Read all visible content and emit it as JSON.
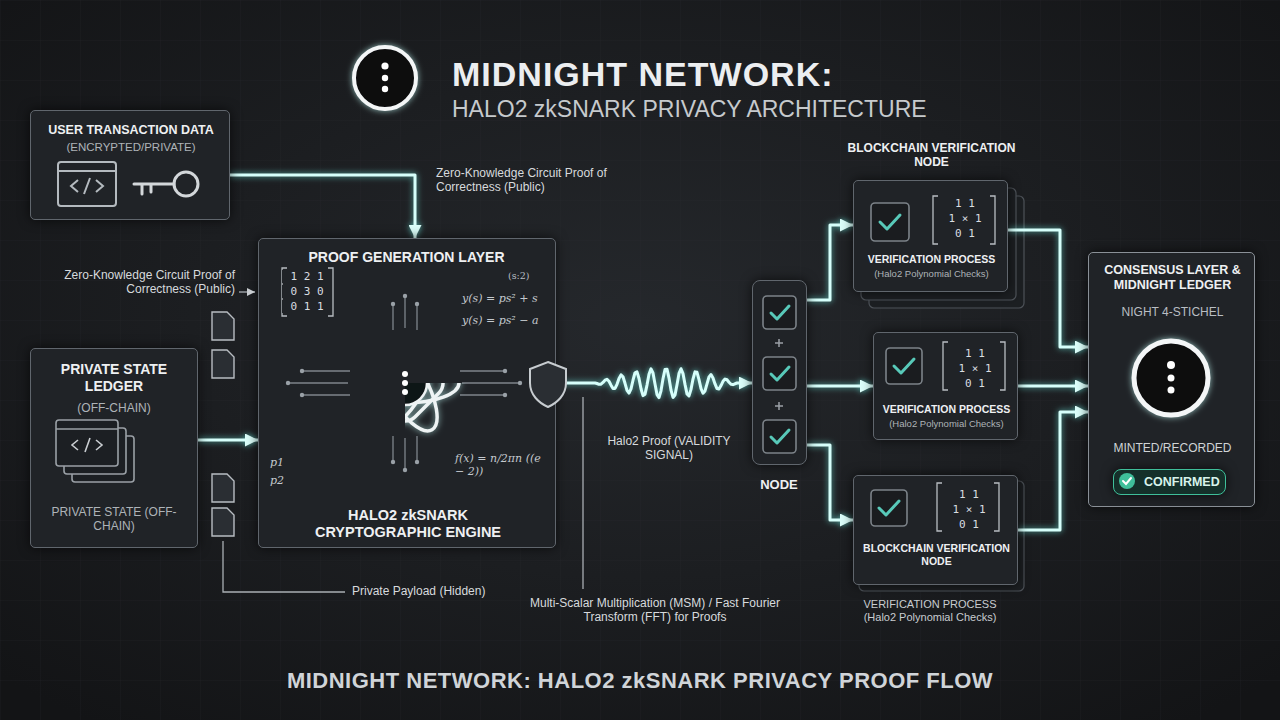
{
  "diagram": {
    "title": "MIDNIGHT NETWORK:",
    "caption": "MIDNIGHT NETWORK: HALO2 zkSNARK PRIVACY PROOF FLOW",
    "nodes": [
      {
        "text": [
          "USER TRANSACTION DATA",
          "(ENCRYPTED/PRIVATE)"
        ]
      },
      {
        "text": [
          "PROOF GENERATION LAYER",
          "HALO2 zkSNARK CRYPTOGRAPHIC ENGINE"
        ]
      },
      {
        "text": [
          "PRIVATE STATE LEDGER",
          "(OFF-CHAIN)",
          "PRIVATE STATE (OFF-CHAIN)"
        ]
      },
      {
        "text": [
          "NODE"
        ]
      },
      {
        "text": [
          "BLOCKCHAIN VERIFICATION NODE",
          "1 1",
          "1 × 1",
          "0 1",
          "VERIFICATION PROCESS",
          "(Halo2 Polynomial Checks)"
        ]
      },
      {
        "text": [
          "1 1",
          "1 × 1",
          "0 1",
          "VERIFICATION PROCESS",
          "(Halo2 Polynomial Checks)"
        ]
      },
      {
        "text": [
          "1 1",
          "1 × 1",
          "0 1",
          "BLOCKCHAIN VERIFICATION NODE"
        ]
      },
      {
        "text": [
          "CONSENSUS LAYER & MIDNIGHT LEDGER",
          "NIGHT 4-STICHEL",
          "MINTED/RECORDED"
        ]
      },
      {
        "text": [
          "CONFIRMED"
        ],
        "in": 7
      }
    ],
    "edges": [
      {
        "from": 0,
        "to": 1,
        "arrow": "to",
        "label": "Zero-Knowledge Circuit Proof of Correctness (Public)"
      },
      {
        "from": 2,
        "to": 1,
        "arrow": "to"
      },
      {
        "from": 1,
        "to": 3,
        "arrow": "to",
        "label": "Halo2 Proof (VALIDITY SIGNAL)"
      },
      {
        "from": 3,
        "to": 4,
        "arrow": "to"
      },
      {
        "from": 3,
        "to": 5,
        "arrow": "to"
      },
      {
        "from": 3,
        "to": 6,
        "arrow": "to"
      },
      {
        "from": 4,
        "to": 7,
        "arrow": "to"
      },
      {
        "from": 5,
        "to": 7,
        "arrow": "to"
      },
      {
        "from": 6,
        "to": 7,
        "arrow": "to"
      }
    ],
    "labels": [
      "HALO2 zkSNARK PRIVACY ARCHITECTURE",
      "Zero-Knowledge Circuit Proof of Correctness (Public)",
      "1 2 1",
      "0 3 0",
      "0 1 1",
      "(s:2)",
      "y(s) = ps² + s",
      "y(s) = ps² − a",
      "p1",
      "p2",
      "f(x) = n/2πn ((e − 2))",
      "Private Payload (Hidden)",
      "Multi-Scalar Multiplication (MSM) / Fast Fourier Transform (FFT) for Proofs",
      "VERIFICATION PROCESS (Halo2 Polynomial Checks)"
    ]
  }
}
